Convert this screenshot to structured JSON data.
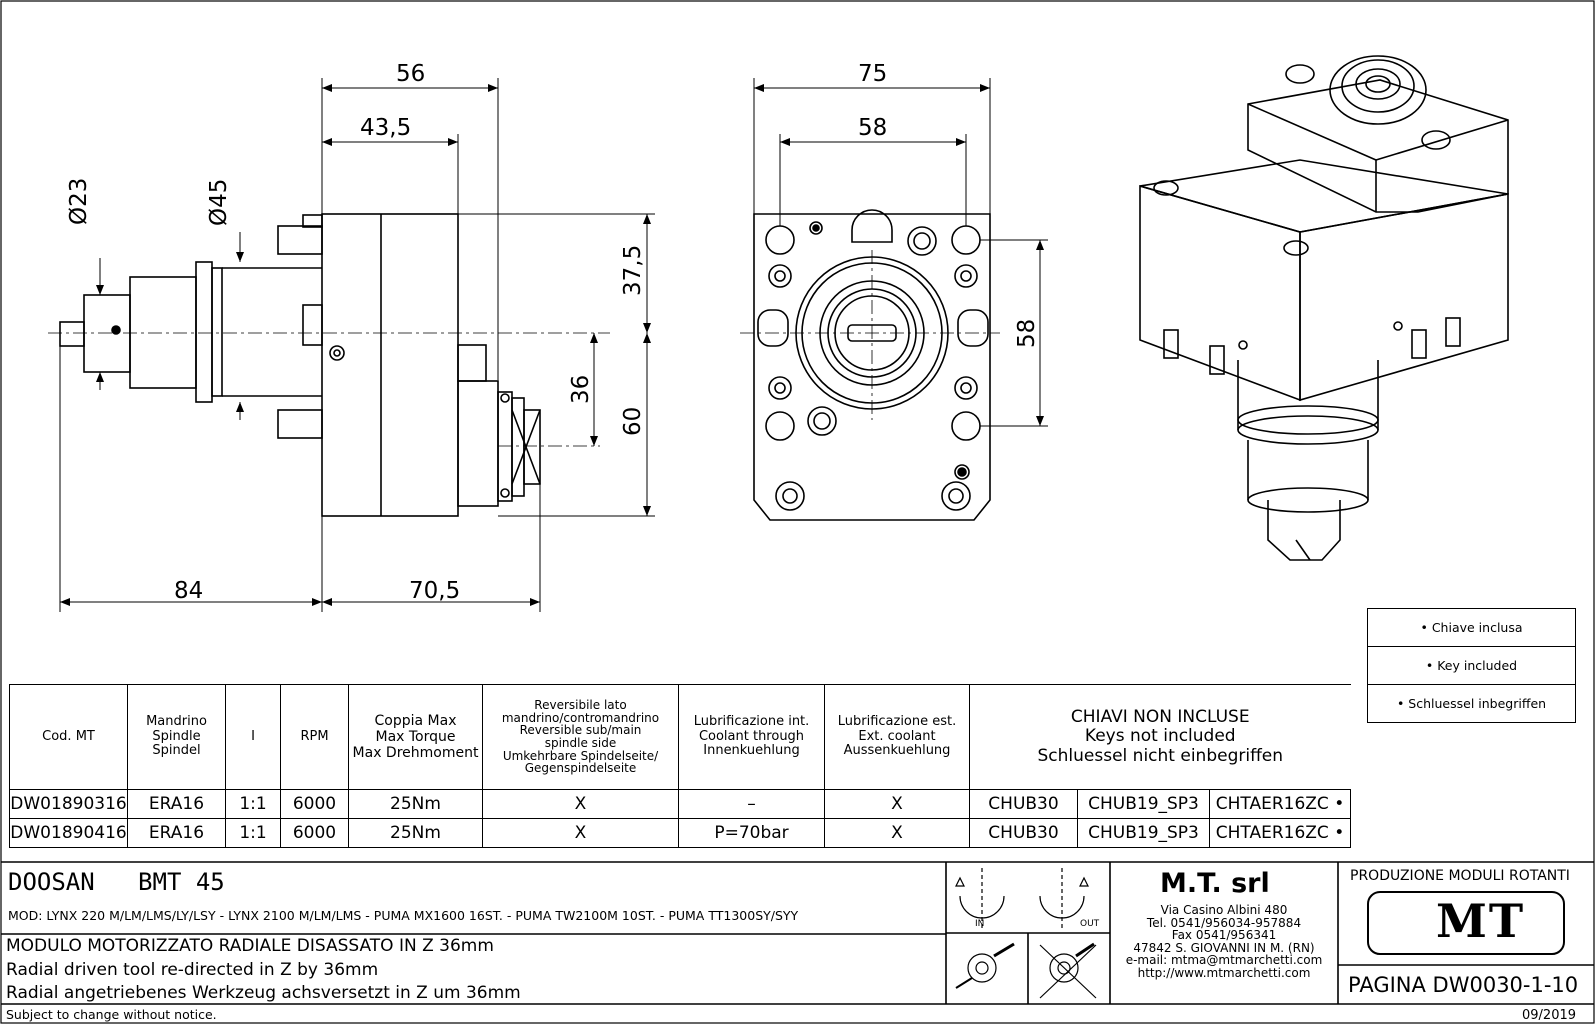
{
  "dimensions": {
    "side_view": {
      "total_length": "56",
      "body_length": "43,5",
      "spindle_dia": "Ø23",
      "flange_dia": "Ø45",
      "upper_height": "37,5",
      "offset": "36",
      "lower_height": "60",
      "left_len": "84",
      "right_len": "70,5"
    },
    "front_view": {
      "width": "75",
      "hole_spacing": "58",
      "vertical_spacing": "58"
    }
  },
  "key_legend": [
    "• Chiave inclusa",
    "• Key included",
    "• Schluessel inbegriffen"
  ],
  "table": {
    "headers": {
      "code": "Cod. MT",
      "spindle": [
        "Mandrino",
        "Spindle",
        "Spindel"
      ],
      "ratio": "I",
      "rpm": "RPM",
      "torque": [
        "Coppia Max",
        "Max Torque",
        "Max Drehmoment"
      ],
      "reversible": [
        "Reversibile lato",
        "mandrino/contromandrino",
        "Reversible sub/main",
        "spindle side",
        "Umkehrbare Spindelseite/",
        "Gegenspindelseite"
      ],
      "coolant_int": [
        "Lubrificazione int.",
        "Coolant through",
        "Innenkuehlung"
      ],
      "coolant_ext": [
        "Lubrificazione est.",
        "Ext. coolant",
        "Aussenkuehlung"
      ],
      "keys": [
        "CHIAVI NON INCLUSE",
        "Keys not included",
        "Schluessel nicht einbegriffen"
      ]
    },
    "rows": [
      {
        "code": "DW01890316",
        "spindle": "ERA16",
        "ratio": "1:1",
        "rpm": "6000",
        "torque": "25Nm",
        "reversible": "X",
        "coolant_int": "–",
        "coolant_ext": "X",
        "key1": "CHUB30",
        "key2": "CHUB19_SP3",
        "key3": "CHTAER16ZC",
        "key3_mark": "•"
      },
      {
        "code": "DW01890416",
        "spindle": "ERA16",
        "ratio": "1:1",
        "rpm": "6000",
        "torque": "25Nm",
        "reversible": "X",
        "coolant_int": "P=70bar",
        "coolant_ext": "X",
        "key1": "CHUB30",
        "key2": "CHUB19_SP3",
        "key3": "CHTAER16ZC",
        "key3_mark": "•"
      }
    ]
  },
  "title_block": {
    "machine": "DOOSAN   BMT 45",
    "models": "MOD: LYNX 220 M/LM/LMS/LY/LSY - LYNX 2100 M/LM/LMS - PUMA MX1600 16ST. - PUMA TW2100M 10ST. - PUMA TT1300SY/SYY",
    "desc_it": "MODULO MOTORIZZATO RADIALE DISASSATO IN Z 36mm",
    "desc_en": "Radial driven tool re-directed in Z by 36mm",
    "desc_de": "Radial angetriebenes Werkzeug achsversetzt in Z um 36mm",
    "rotation_in": "IN",
    "rotation_out": "OUT",
    "company": "M.T. srl",
    "address": [
      "Via Casino Albini 480",
      "Tel. 0541/956034-957884",
      "Fax 0541/956341",
      "47842 S. GIOVANNI IN M. (RN)",
      "e-mail: mtma@mtmarchetti.com",
      "http://www.mtmarchetti.com"
    ],
    "division": "PRODUZIONE MODULI ROTANTI",
    "logo": "MT",
    "page": "PAGINA DW0030-1-10"
  },
  "footer": {
    "notice": "Subject to change without notice.",
    "date": "09/2019"
  }
}
